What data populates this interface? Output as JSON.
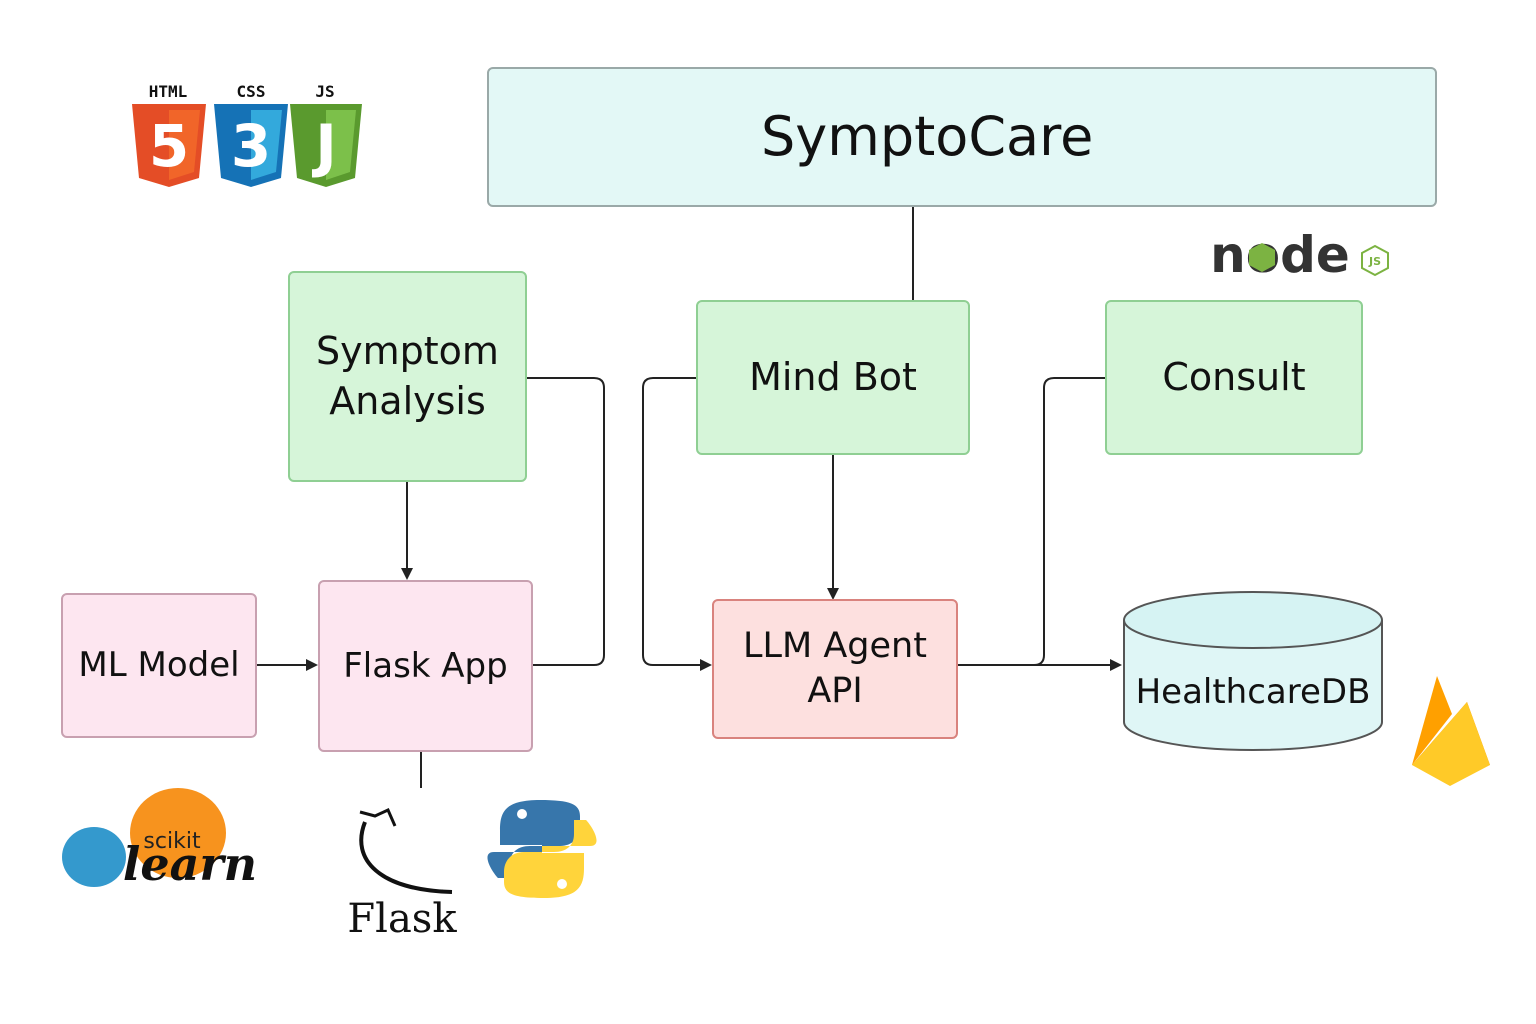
{
  "nodes": {
    "symptocare": "SymptoCare",
    "symptom_analysis": [
      "Symptom",
      "Analysis"
    ],
    "mind_bot": "Mind Bot",
    "consult": "Consult",
    "ml_model": "ML Model",
    "flask_app": "Flask App",
    "llm_agent_api": [
      "LLM Agent",
      "API"
    ],
    "healthcare_db": "HealthcareDB"
  },
  "logos": {
    "html": "HTML",
    "css": "CSS",
    "js": "JS",
    "html_num": "5",
    "css_num": "3",
    "js_num": "J",
    "node_text": "node",
    "node_js": "JS",
    "scikit_top": "scikit",
    "scikit_bottom": "learn",
    "flask": "Flask"
  },
  "colors": {
    "green_fill": "#d6f5d9",
    "pink_fill": "#fde6f0",
    "red_fill": "#fde0df",
    "cyan_fill": "#e3f8f6",
    "html_orange": "#e44d26",
    "css_blue": "#1572b6",
    "js_green": "#6cae3e",
    "react_cyan": "#4fd1e8",
    "node_green": "#7cb342",
    "python_blue": "#3776ab",
    "python_yellow": "#ffd43b",
    "firebase_orange": "#ffa000"
  }
}
